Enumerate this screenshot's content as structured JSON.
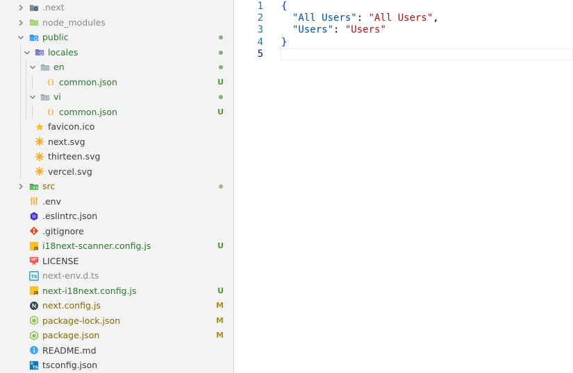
{
  "explorer": {
    "items": [
      {
        "label": ".next",
        "icon": "folder-next-icon",
        "level": 0,
        "kind": "folder",
        "expanded": false,
        "dim": true,
        "git": ""
      },
      {
        "label": "node_modules",
        "icon": "folder-node-icon",
        "level": 0,
        "kind": "folder",
        "expanded": false,
        "dim": true,
        "git": ""
      },
      {
        "label": "public",
        "icon": "folder-public-icon",
        "level": 0,
        "kind": "folder",
        "expanded": true,
        "git": "dot-green"
      },
      {
        "label": "locales",
        "icon": "folder-locales-icon",
        "level": 1,
        "kind": "folder",
        "expanded": true,
        "git": "dot-green"
      },
      {
        "label": "en",
        "icon": "folder-icon",
        "level": 2,
        "kind": "folder",
        "expanded": true,
        "git": "dot-green"
      },
      {
        "label": "common.json",
        "icon": "json-icon",
        "level": 3,
        "kind": "file",
        "git": "U"
      },
      {
        "label": "vi",
        "icon": "folder-icon",
        "level": 2,
        "kind": "folder",
        "expanded": true,
        "git": "dot-green"
      },
      {
        "label": "common.json",
        "icon": "json-icon",
        "level": 3,
        "kind": "file",
        "git": "U"
      },
      {
        "label": "favicon.ico",
        "icon": "star-icon",
        "level": 1,
        "kind": "file",
        "git": ""
      },
      {
        "label": "next.svg",
        "icon": "svg-icon",
        "level": 1,
        "kind": "file",
        "git": ""
      },
      {
        "label": "thirteen.svg",
        "icon": "svg-icon",
        "level": 1,
        "kind": "file",
        "git": ""
      },
      {
        "label": "vercel.svg",
        "icon": "svg-icon",
        "level": 1,
        "kind": "file",
        "git": ""
      },
      {
        "label": "src",
        "icon": "folder-src-icon",
        "level": 0,
        "kind": "folder",
        "expanded": false,
        "git": "dot-olive"
      },
      {
        "label": ".env",
        "icon": "env-icon",
        "level": 0,
        "kind": "file",
        "git": ""
      },
      {
        "label": ".eslintrc.json",
        "icon": "eslint-icon",
        "level": 0,
        "kind": "file",
        "git": ""
      },
      {
        "label": ".gitignore",
        "icon": "git-icon",
        "level": 0,
        "kind": "file",
        "git": ""
      },
      {
        "label": "i18next-scanner.config.js",
        "icon": "js-icon",
        "level": 0,
        "kind": "file",
        "git": "U"
      },
      {
        "label": "LICENSE",
        "icon": "license-icon",
        "level": 0,
        "kind": "file",
        "git": ""
      },
      {
        "label": "next-env.d.ts",
        "icon": "ts-icon",
        "level": 0,
        "kind": "file",
        "dim": true,
        "git": ""
      },
      {
        "label": "next-i18next.config.js",
        "icon": "js-icon",
        "level": 0,
        "kind": "file",
        "git": "U"
      },
      {
        "label": "next.config.js",
        "icon": "nextjs-icon",
        "level": 0,
        "kind": "file",
        "git": "M"
      },
      {
        "label": "package-lock.json",
        "icon": "nodejs-icon",
        "level": 0,
        "kind": "file",
        "git": "M"
      },
      {
        "label": "package.json",
        "icon": "nodejs-icon",
        "level": 0,
        "kind": "file",
        "git": "M"
      },
      {
        "label": "README.md",
        "icon": "info-icon",
        "level": 0,
        "kind": "file",
        "git": ""
      },
      {
        "label": "tsconfig.json",
        "icon": "tsconfig-icon",
        "level": 0,
        "kind": "file",
        "git": ""
      }
    ]
  },
  "editor": {
    "line_numbers": [
      "1",
      "2",
      "3",
      "4",
      "5"
    ],
    "open_brace": "{",
    "close_brace": "}",
    "entries": [
      {
        "key": "\"All Users\"",
        "value": "\"All Users\"",
        "trail": ","
      },
      {
        "key": "\"Users\"",
        "value": "\"Users\"",
        "trail": ""
      }
    ],
    "colon": ": "
  },
  "colors": {
    "untracked": "#2b7a2b",
    "modified": "#8a6a00",
    "string": "#a31515",
    "key": "#0451a5",
    "brace": "#0431fa"
  }
}
